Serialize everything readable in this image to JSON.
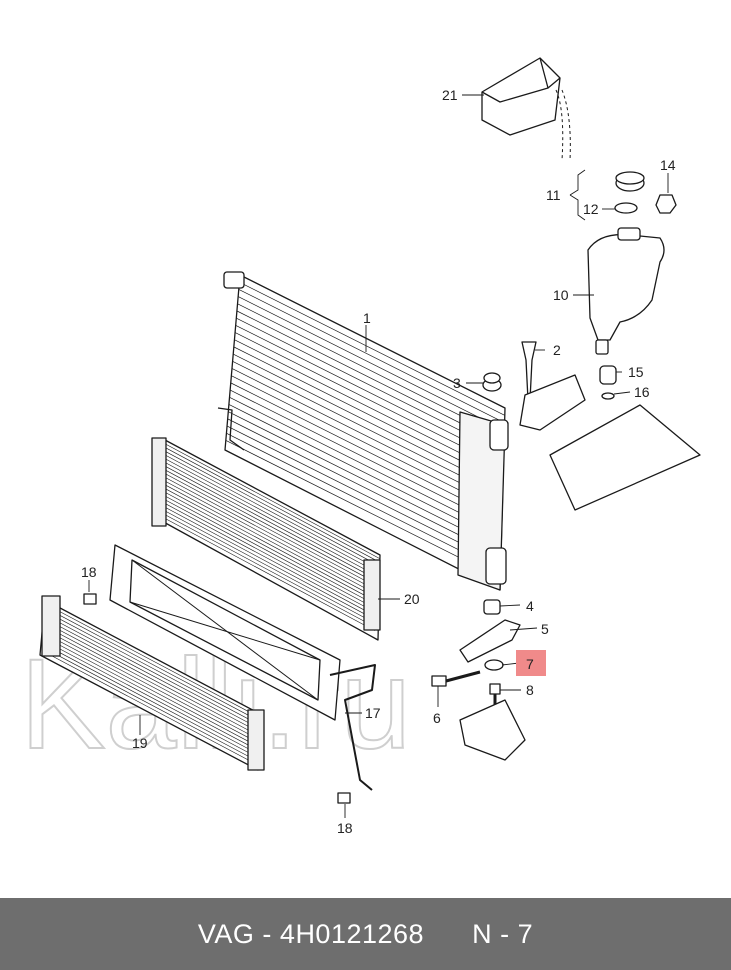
{
  "watermark": {
    "text": "Kalli.ru"
  },
  "callouts": [
    {
      "id": "1",
      "text": "1"
    },
    {
      "id": "2",
      "text": "2"
    },
    {
      "id": "3",
      "text": "3"
    },
    {
      "id": "4",
      "text": "4"
    },
    {
      "id": "5",
      "text": "5"
    },
    {
      "id": "6",
      "text": "6"
    },
    {
      "id": "7",
      "text": "7",
      "highlight": true
    },
    {
      "id": "8",
      "text": "8"
    },
    {
      "id": "10",
      "text": "10"
    },
    {
      "id": "11",
      "text": "11"
    },
    {
      "id": "12",
      "text": "12"
    },
    {
      "id": "14",
      "text": "14"
    },
    {
      "id": "15",
      "text": "15"
    },
    {
      "id": "16",
      "text": "16"
    },
    {
      "id": "17",
      "text": "17"
    },
    {
      "id": "18a",
      "text": "18"
    },
    {
      "id": "18b",
      "text": "18"
    },
    {
      "id": "19",
      "text": "19"
    },
    {
      "id": "20",
      "text": "20"
    },
    {
      "id": "21",
      "text": "21"
    }
  ],
  "footer": {
    "brand": "VAG",
    "sep1": " - ",
    "part_number": "4H0121268",
    "page": "N - 7"
  },
  "colors": {
    "highlight": "#f08a8a",
    "footer_bg": "#6e6e6e",
    "line": "#1a1a1a",
    "watermark": "#cfcfcf"
  }
}
